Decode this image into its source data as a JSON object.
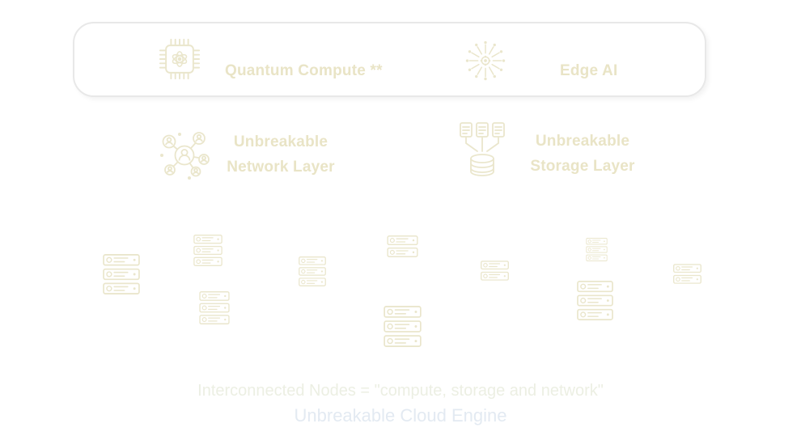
{
  "colors": {
    "background": "#ffffff",
    "accent_text": "#e9e4c6",
    "icon_stroke": "#eae6cc",
    "panel_border": "#e8e8e8",
    "footer_line1_color": "#ecefe3",
    "footer_line2_color": "#e3eaf2"
  },
  "compute_panel": {
    "quantum_label": "Quantum Compute **",
    "edge_label": "Edge AI"
  },
  "layers": {
    "network": {
      "line1": "Unbreakable",
      "line2": "Network Layer"
    },
    "storage": {
      "line1": "Unbreakable",
      "line2": "Storage Layer"
    }
  },
  "footer": {
    "caption": "Interconnected Nodes = \"compute, storage and network\"",
    "title": "Unbreakable Cloud Engine"
  },
  "icons": {
    "quantum": "quantum-chip-icon",
    "edge_ai": "neural-burst-icon",
    "network": "connected-users-icon",
    "storage": "database-sync-icon",
    "node": "server-rack-icon",
    "node_count": 10
  }
}
